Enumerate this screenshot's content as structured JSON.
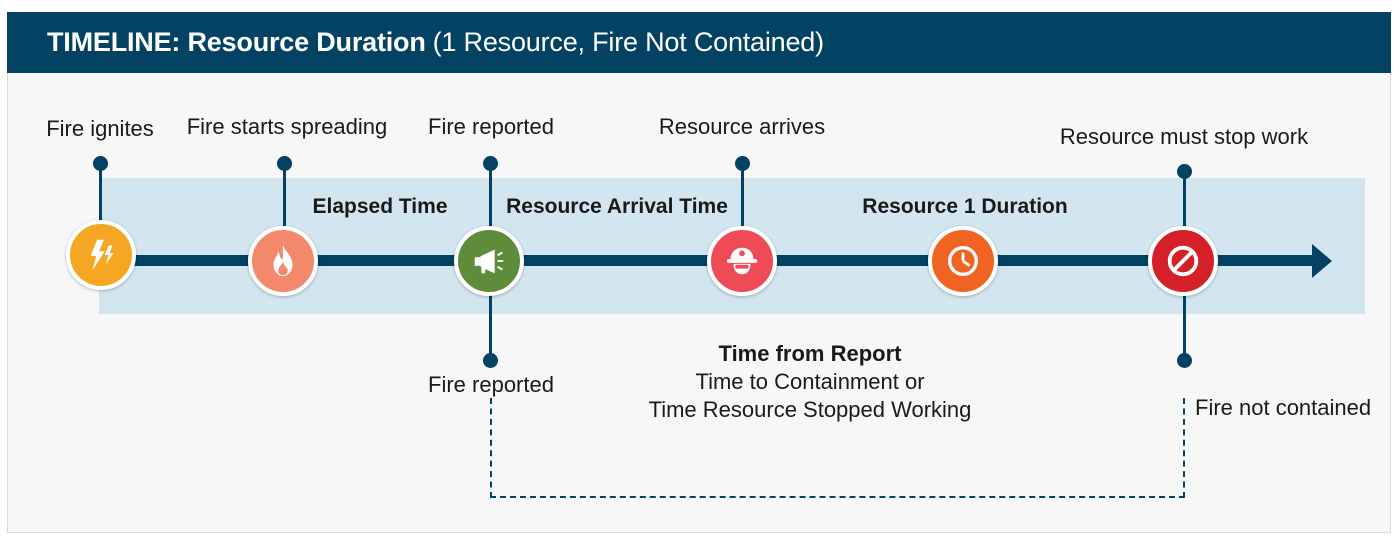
{
  "header": {
    "title_bold": "TIMELINE: Resource Duration",
    "title_rest": "(1 Resource, Fire Not Contained)"
  },
  "events": {
    "fire_ignites": "Fire ignites",
    "fire_spreading": "Fire starts spreading",
    "fire_reported_top": "Fire reported",
    "resource_arrives": "Resource arrives",
    "resource_stop": "Resource must stop work",
    "fire_reported_bottom": "Fire reported",
    "fire_not_contained": "Fire not contained"
  },
  "segments": {
    "elapsed": "Elapsed Time",
    "arrival": "Resource Arrival Time",
    "duration": "Resource 1 Duration"
  },
  "report_block": {
    "title": "Time from Report",
    "line1": "Time to Containment or",
    "line2": "Time Resource Stopped Working"
  },
  "icons": {
    "ignite": {
      "name": "lightning-icon",
      "color": "#f5a623"
    },
    "spread": {
      "name": "flame-icon",
      "color": "#f4886a"
    },
    "report": {
      "name": "megaphone-icon",
      "color": "#5e8c3a"
    },
    "arrive": {
      "name": "firefighter-icon",
      "color": "#ef4b57"
    },
    "duration": {
      "name": "clock-icon",
      "color": "#f06423"
    },
    "stop": {
      "name": "prohibited-icon",
      "color": "#d62027"
    }
  },
  "colors": {
    "header_bg": "#034262",
    "band": "#d3e5ee",
    "line": "#034262"
  }
}
